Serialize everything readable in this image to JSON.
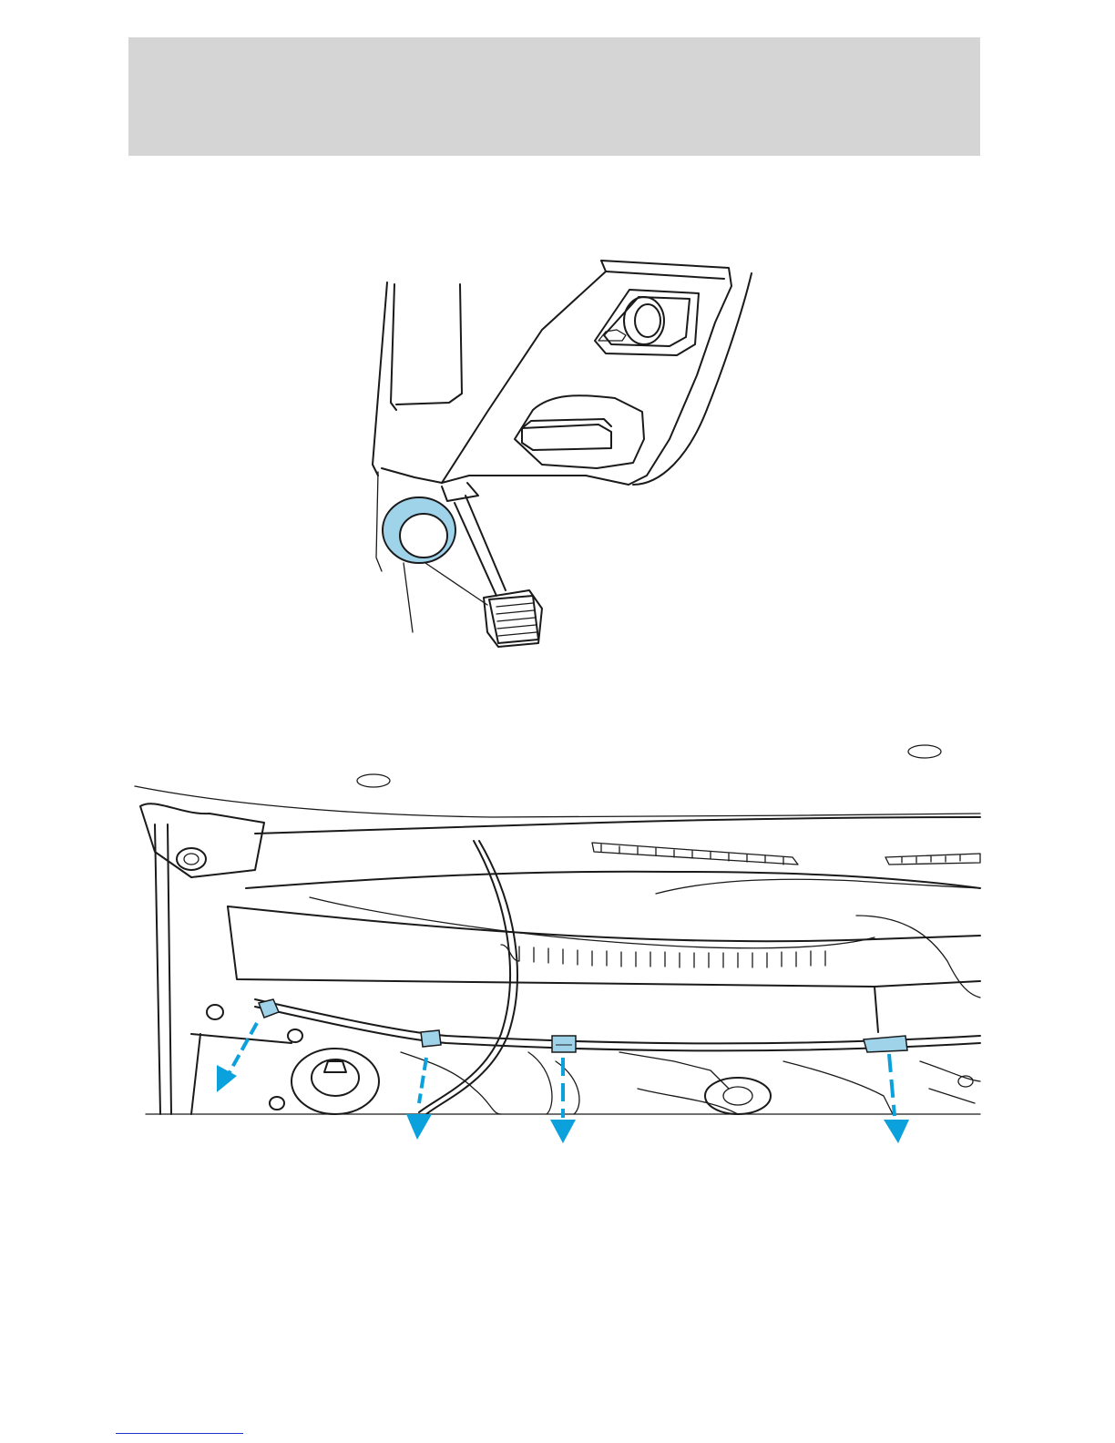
{
  "page": {
    "header_band": "",
    "footer_link": ""
  },
  "figures": [
    {
      "name": "inertia-switch-reset-button-under-dash",
      "highlight": "reset-button",
      "icons": [
        "hood-release-icon",
        "brake-pedal-icon",
        "reset-button-icon"
      ]
    },
    {
      "name": "engine-compartment-connector-locations",
      "connector_count": 4,
      "arrow_count": 4
    }
  ],
  "colors": {
    "highlight": "#9fd3ea",
    "arrow": "#0aa1dd",
    "line": "#1a1a1a",
    "header_band": "#d5d5d5"
  }
}
